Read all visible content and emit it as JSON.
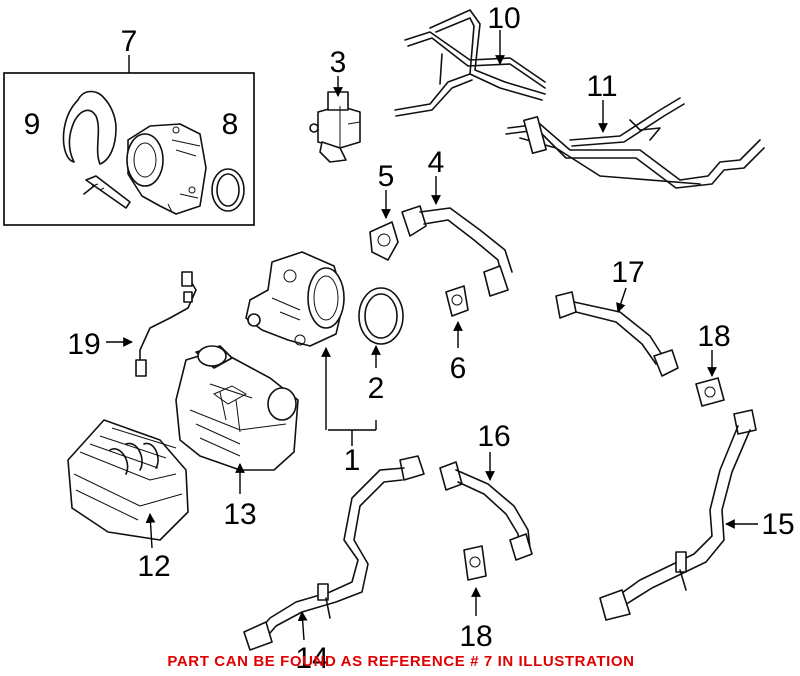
{
  "callouts": {
    "c1": "1",
    "c2": "2",
    "c3": "3",
    "c4": "4",
    "c5": "5",
    "c6": "6",
    "c7": "7",
    "c8": "8",
    "c9": "9",
    "c10": "10",
    "c11": "11",
    "c12": "12",
    "c13": "13",
    "c14": "14",
    "c15": "15",
    "c16": "16",
    "c17": "17",
    "c18a": "18",
    "c18b": "18",
    "c19": "19"
  },
  "footer_note": "PART CAN BE FOUND AS REFERENCE # 7 IN ILLUSTRATION",
  "colors": {
    "note": "#e00000",
    "line": "#111111"
  }
}
